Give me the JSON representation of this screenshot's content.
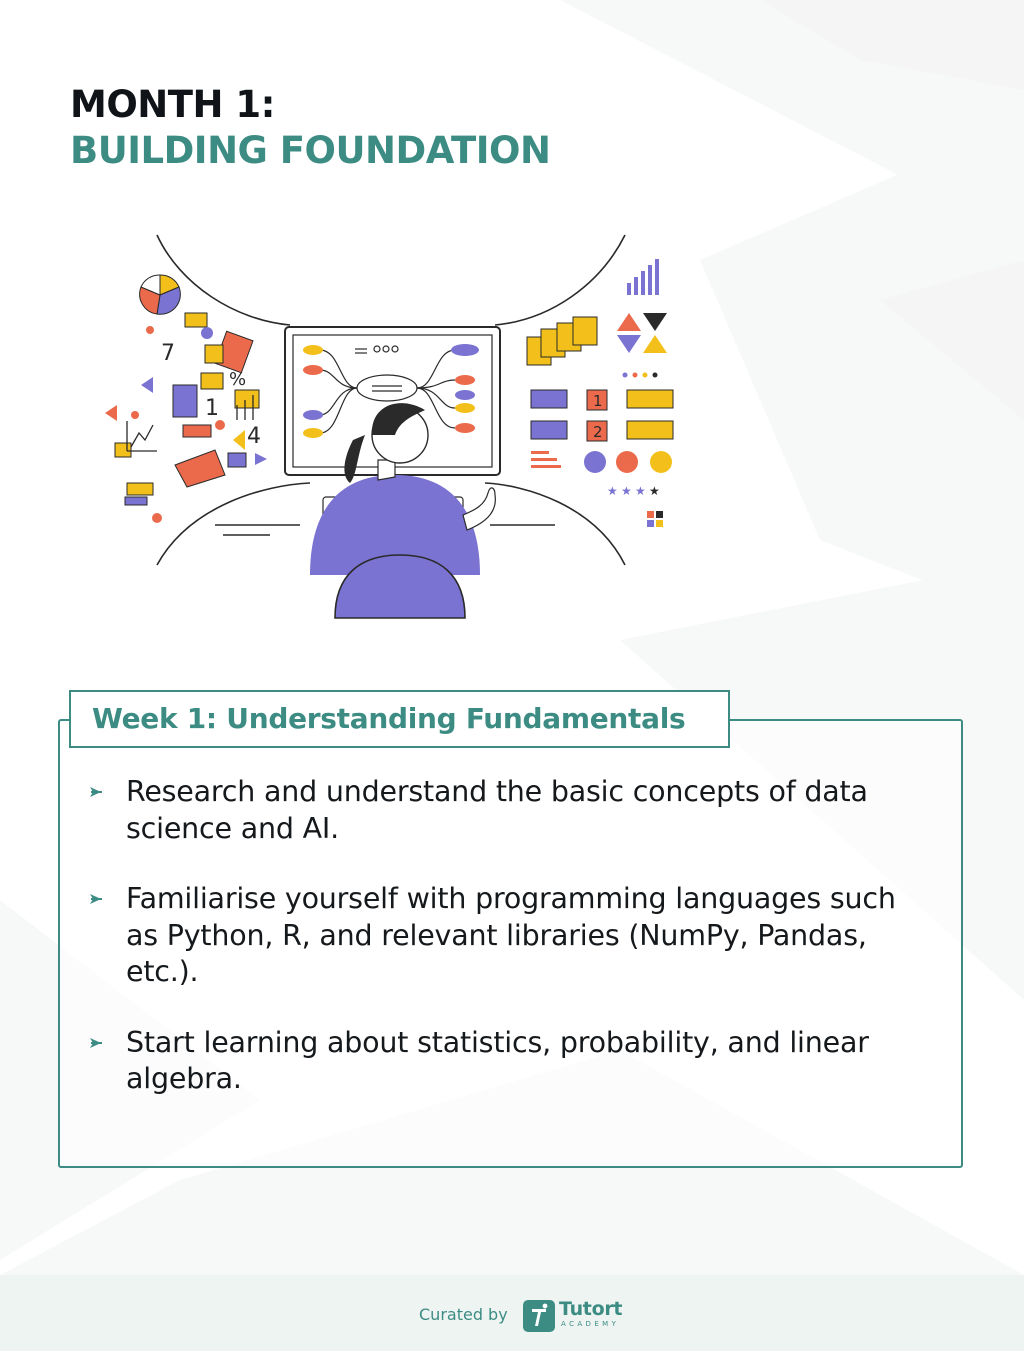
{
  "title": {
    "line1": "MONTH 1:",
    "line2": "BUILDING FOUNDATION"
  },
  "illustration": {
    "name": "person-at-computer-with-data-icons",
    "number_glyphs": [
      "7",
      "1",
      "4",
      "%",
      "1",
      "2"
    ]
  },
  "week": {
    "heading": "Week 1: Understanding Fundamentals",
    "items": [
      "Research and understand the basic concepts of data science and AI.",
      "Familiarise yourself with programming languages such as Python, R, and relevant libraries (NumPy, Pandas, etc.).",
      "Start learning about statistics, probability, and linear algebra."
    ]
  },
  "footer": {
    "curated_label": "Curated by",
    "brand_name": "Tutort",
    "brand_sub": "ACADEMY"
  },
  "colors": {
    "accent": "#3d8c84",
    "title_dark": "#101418",
    "footer_bg": "#edf4f1",
    "person_purple": "#7b73d1",
    "chart_yellow": "#f3c01b",
    "chart_orange": "#ec6a4c"
  }
}
